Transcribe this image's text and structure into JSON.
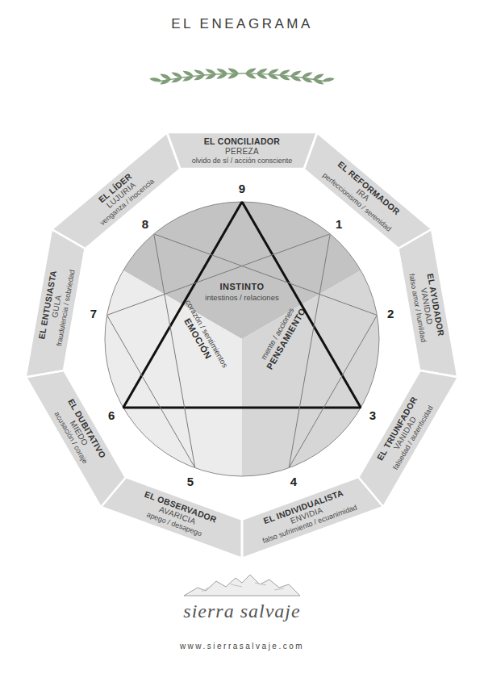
{
  "diagram": {
    "title": "EL ENEAGRAMA",
    "nodes": [
      {
        "text": [
          "EL CONCILIADOR",
          "PEREZA",
          "olvido de sí / acción consciente"
        ]
      },
      {
        "text": [
          "EL REFORMADOR",
          "IRA",
          "perfeccionismo / serenidad"
        ]
      },
      {
        "text": [
          "EL AYUDADOR",
          "VANIDAD",
          "falso amor / humildad"
        ]
      },
      {
        "text": [
          "EL TRIUNFADOR",
          "VANIDAD",
          "falsedad / autenticidad"
        ]
      },
      {
        "text": [
          "EL INDIVIDUALISTA",
          "ENVIDIA",
          "falso sufrimiento / ecuanimidad"
        ]
      },
      {
        "text": [
          "EL OBSERVADOR",
          "AVARICIA",
          "apego / desapego"
        ]
      },
      {
        "text": [
          "EL DUBITATIVO",
          "MIEDO",
          "acusación / coraje"
        ]
      },
      {
        "text": [
          "EL ENTUSIASTA",
          "GULA",
          "fraudulencia / sobriedad"
        ]
      },
      {
        "text": [
          "EL LÍDER",
          "LUJURIA",
          "venganza / inocencia"
        ]
      },
      {
        "text": [
          "INSTINTO",
          "intestinos / relaciones"
        ]
      },
      {
        "text": [
          "EMOCIÓN",
          "corazón / sentimientos"
        ]
      },
      {
        "text": [
          "PENSAMIENTO",
          "mente / acciones"
        ]
      },
      {
        "text": [
          "9"
        ]
      },
      {
        "text": [
          "1"
        ]
      },
      {
        "text": [
          "2"
        ]
      },
      {
        "text": [
          "3"
        ]
      },
      {
        "text": [
          "4"
        ]
      },
      {
        "text": [
          "5"
        ]
      },
      {
        "text": [
          "6"
        ]
      },
      {
        "text": [
          "7"
        ]
      },
      {
        "text": [
          "8"
        ]
      }
    ],
    "edges": [
      {
        "from": 12,
        "to": 15,
        "arrow": "none"
      },
      {
        "from": 15,
        "to": 18,
        "arrow": "none"
      },
      {
        "from": 18,
        "to": 12,
        "arrow": "none"
      },
      {
        "from": 13,
        "to": 16,
        "arrow": "none"
      },
      {
        "from": 16,
        "to": 14,
        "arrow": "none"
      },
      {
        "from": 14,
        "to": 20,
        "arrow": "none"
      },
      {
        "from": 20,
        "to": 17,
        "arrow": "none"
      },
      {
        "from": 17,
        "to": 19,
        "arrow": "none"
      },
      {
        "from": 19,
        "to": 13,
        "arrow": "none"
      }
    ],
    "labels": [
      "sierra salvaje",
      "www.sierrasalvaje.com"
    ]
  }
}
